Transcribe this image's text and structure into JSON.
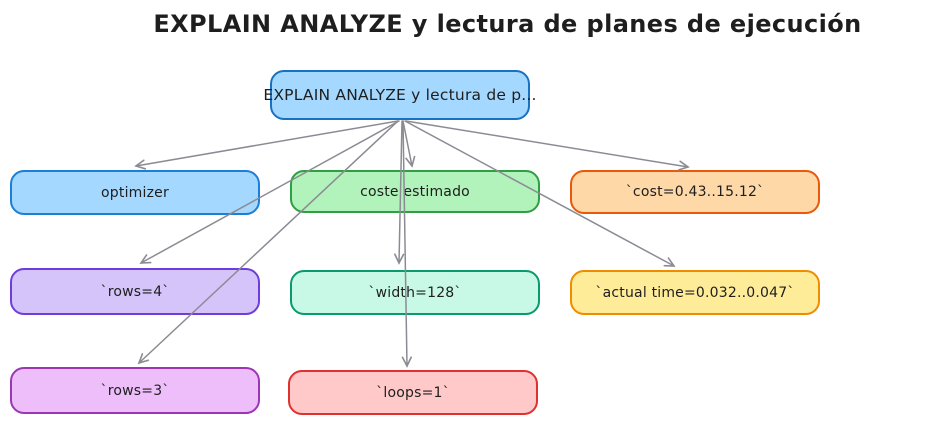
{
  "title": "EXPLAIN ANALYZE y lectura de planes de ejecución",
  "nodes": [
    {
      "id": "root",
      "label": "EXPLAIN ANALYZE y lectura de p...",
      "fill": "#a5d8ff",
      "stroke": "#1971c2"
    },
    {
      "id": "optimizer",
      "label": "optimizer",
      "fill": "#a5d8ff",
      "stroke": "#1c7ed6"
    },
    {
      "id": "coste-estimado",
      "label": "coste estimado",
      "fill": "#b2f2bb",
      "stroke": "#2f9e44"
    },
    {
      "id": "cost",
      "label": "`cost=0.43..15.12`",
      "fill": "#ffd8a8",
      "stroke": "#e8590c"
    },
    {
      "id": "rows-4",
      "label": "`rows=4`",
      "fill": "#d4c4fa",
      "stroke": "#6d3fd8"
    },
    {
      "id": "width-128",
      "label": "`width=128`",
      "fill": "#c7f9e6",
      "stroke": "#0b9a6d"
    },
    {
      "id": "actual-time",
      "label": "`actual time=0.032..0.047`",
      "fill": "#ffec99",
      "stroke": "#f08c00"
    },
    {
      "id": "rows-3",
      "label": "`rows=3`",
      "fill": "#eebefa",
      "stroke": "#9c36b5"
    },
    {
      "id": "loops-1",
      "label": "`loops=1`",
      "fill": "#ffc9c9",
      "stroke": "#e03131"
    }
  ],
  "edges": [
    {
      "from": "root",
      "to": "optimizer"
    },
    {
      "from": "root",
      "to": "coste-estimado"
    },
    {
      "from": "root",
      "to": "cost"
    },
    {
      "from": "root",
      "to": "rows-4"
    },
    {
      "from": "root",
      "to": "width-128"
    },
    {
      "from": "root",
      "to": "actual-time"
    },
    {
      "from": "root",
      "to": "rows-3"
    },
    {
      "from": "root",
      "to": "loops-1"
    }
  ],
  "colors": {
    "arrow": "#8b8b94",
    "text": "#1e1e1e",
    "background": "#ffffff"
  }
}
